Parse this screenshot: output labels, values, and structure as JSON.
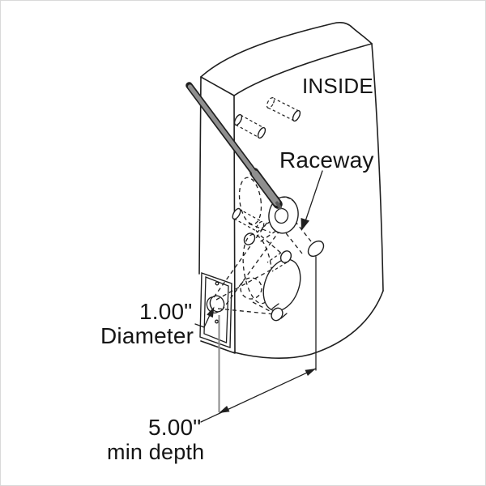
{
  "window": {
    "background": "#ffffff",
    "border": "#d9d9d9"
  },
  "diagram": {
    "type": "technical-line-illustration",
    "subject": "Wall section with drilled raceway for wiring",
    "labels": {
      "inside": "INSIDE",
      "raceway": "Raceway",
      "hole_diameter_value": "1.00\"",
      "hole_diameter_caption": "Diameter",
      "min_depth_value": "5.00\"",
      "min_depth_caption": "min depth"
    },
    "colors": {
      "line": "#1f1f1f",
      "tool_gray": "#8f8f8f",
      "extension_line_gray": "#8a8a8a"
    }
  }
}
